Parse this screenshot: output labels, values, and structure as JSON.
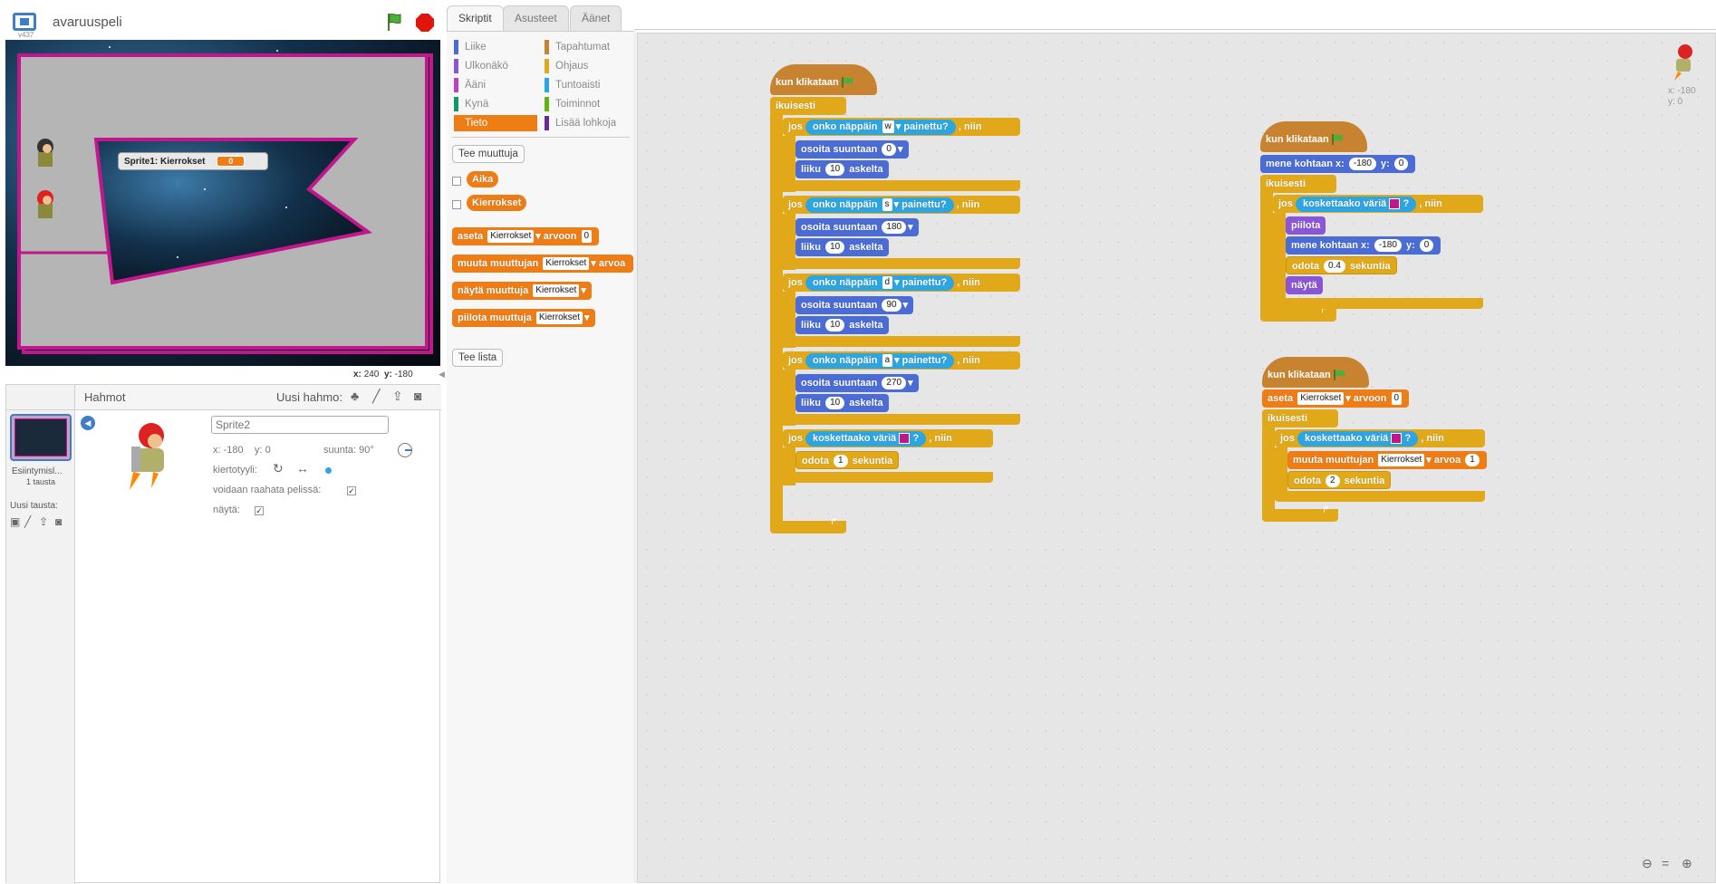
{
  "app": {
    "version": "v437",
    "project_title": "avaruuspeli"
  },
  "stage": {
    "monitor_label": "Sprite1: Kierrokset",
    "monitor_value": "0",
    "coords": {
      "x_label": "x:",
      "x": "240",
      "y_label": "y:",
      "y": "-180"
    }
  },
  "sprite_pane": {
    "stage_label": "Esiintymisl...",
    "stage_backdrops": "1 tausta",
    "new_backdrop_label": "Uusi tausta:",
    "header_title": "Hahmot",
    "new_sprite_label": "Uusi hahmo:",
    "sprite_name_placeholder": "Sprite2",
    "x_label": "x: -180",
    "y_label": "y: 0",
    "direction_label": "suunta: 90°",
    "rotation_label": "kiertotyyli:",
    "draggable_label": "voidaan raahata pelissä:",
    "show_label": "näytä:"
  },
  "tabs": [
    "Skriptit",
    "Asusteet",
    "Äänet"
  ],
  "categories": [
    {
      "label": "Liike",
      "color": "#4a6cd4"
    },
    {
      "label": "Tapahtumat",
      "color": "#c88330"
    },
    {
      "label": "Ulkonäkö",
      "color": "#8a55d7"
    },
    {
      "label": "Ohjaus",
      "color": "#e1a91a"
    },
    {
      "label": "Ääni",
      "color": "#bb42c3"
    },
    {
      "label": "Tuntoaisti",
      "color": "#2ca5e2"
    },
    {
      "label": "Kynä",
      "color": "#0e9a6c"
    },
    {
      "label": "Toiminnot",
      "color": "#5cb712"
    },
    {
      "label": "Tieto",
      "color": "#ee7d16"
    },
    {
      "label": "Lisää lohkoja",
      "color": "#632d99"
    }
  ],
  "palette": {
    "make_variable": "Tee muuttuja",
    "var_aika": "Aika",
    "var_kierrokset": "Kierrokset",
    "set_block": "aseta",
    "set_to": "arvoon",
    "set_value": "0",
    "change_block": "muuta muuttujan",
    "change_by": "arvoa",
    "show_var": "näytä muuttuja",
    "hide_var": "piilota muuttuja",
    "var_dropdown": "Kierrokset",
    "make_list": "Tee lista"
  },
  "script1": {
    "hat": "kun klikataan",
    "forever": "ikuisesti",
    "if": "jos",
    "then": ", niin",
    "key_pressed_a": "onko näppäin",
    "key_pressed_b": "painettu?",
    "point": "osoita suuntaan",
    "move": "liiku",
    "steps": "askelta",
    "branches": [
      {
        "key": "w",
        "dir": "0",
        "steps": "10"
      },
      {
        "key": "s",
        "dir": "180",
        "steps": "10"
      },
      {
        "key": "d",
        "dir": "90",
        "steps": "10"
      },
      {
        "key": "a",
        "dir": "270",
        "steps": "10"
      }
    ],
    "touch_color": "koskettaako väriä",
    "q": "?",
    "wait": "odota",
    "wait_value": "1",
    "seconds": "sekuntia"
  },
  "script2": {
    "hat": "kun klikataan",
    "goto": "mene kohtaan x:",
    "x": "-180",
    "y_label": "y:",
    "y": "0",
    "forever": "ikuisesti",
    "if": "jos",
    "touch_color": "koskettaako väriä",
    "q": "?",
    "then": ", niin",
    "hide": "piilota",
    "goto2": "mene kohtaan x:",
    "x2": "-180",
    "y2": "0",
    "wait": "odota",
    "wait_value": "0.4",
    "seconds": "sekuntia",
    "show": "näytä"
  },
  "script3": {
    "hat": "kun klikataan",
    "set": "aseta",
    "var": "Kierrokset",
    "to": "arvoon",
    "set_value": "0",
    "forever": "ikuisesti",
    "if": "jos",
    "touch_color": "koskettaako väriä",
    "q": "?",
    "then": ", niin",
    "change": "muuta muuttujan",
    "by": "arvoa",
    "change_value": "1",
    "wait": "odota",
    "wait_value": "2",
    "seconds": "sekuntia"
  },
  "sprite_info": {
    "x_label": "x: -180",
    "y_label": "y: 0"
  },
  "colors": {
    "accent": "#3d7ec4",
    "stage_border": "#c2168d"
  }
}
